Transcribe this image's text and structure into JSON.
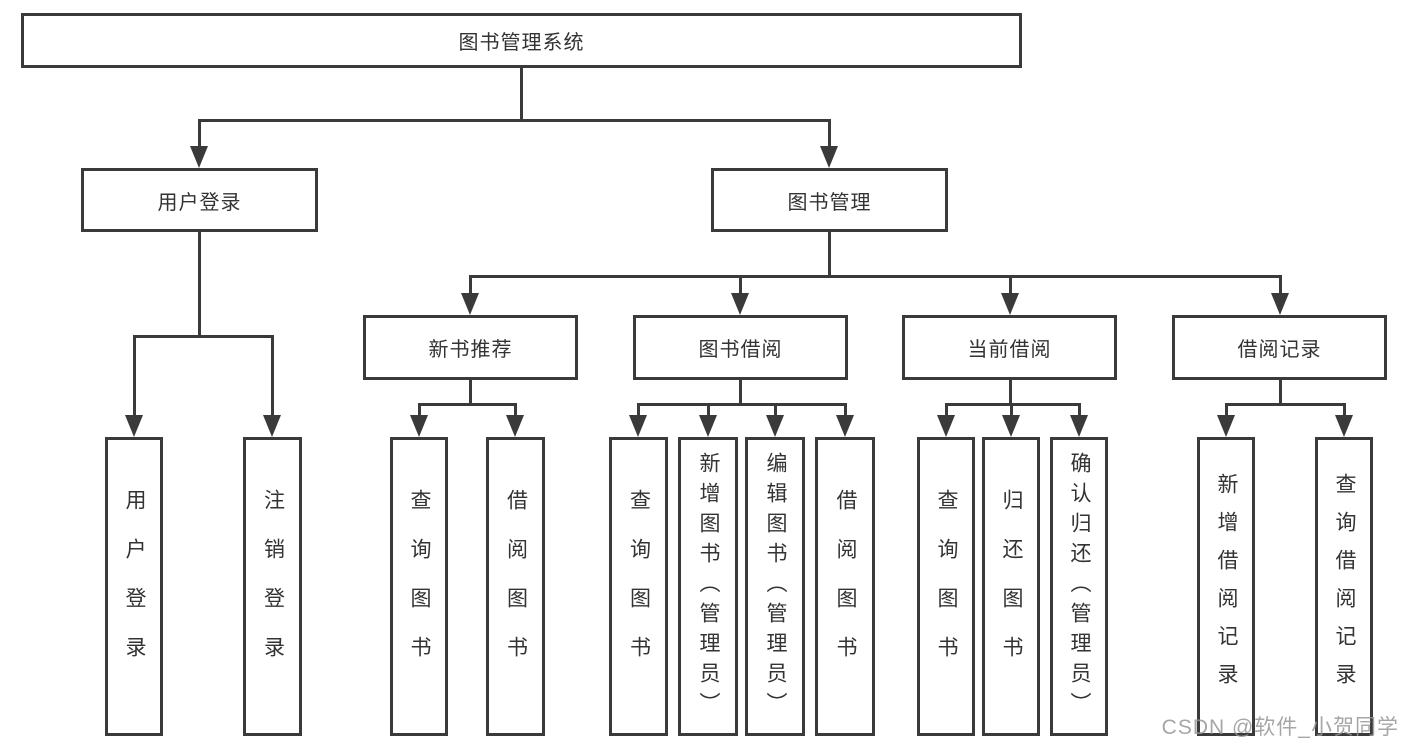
{
  "diagram": {
    "type": "tree-diagram",
    "colors": {
      "line": "#3a3a3a",
      "text": "#333333",
      "background": "#ffffff",
      "watermark": "#969696"
    },
    "watermark": "CSDN @软件_小贺同学",
    "nodes": {
      "root": {
        "label": "图书管理系统"
      },
      "level2": [
        {
          "label": "用户登录"
        },
        {
          "label": "图书管理"
        }
      ],
      "level3": [
        {
          "label": "新书推荐"
        },
        {
          "label": "图书借阅"
        },
        {
          "label": "当前借阅"
        },
        {
          "label": "借阅记录"
        }
      ],
      "level4": {
        "user_login": [
          {
            "label": "用户登录"
          },
          {
            "label": "注销登录"
          }
        ],
        "new_book_rec": [
          {
            "label": "查询图书"
          },
          {
            "label": "借阅图书"
          }
        ],
        "book_borrow": [
          {
            "label": "查询图书"
          },
          {
            "label": "新增图书（管理员）"
          },
          {
            "label": "编辑图书（管理员）"
          },
          {
            "label": "借阅图书"
          }
        ],
        "current_borrow": [
          {
            "label": "查询图书"
          },
          {
            "label": "归还图书"
          },
          {
            "label": "确认归还（管理员）"
          }
        ],
        "borrow_records": [
          {
            "label": "新增借阅记录"
          },
          {
            "label": "查询借阅记录"
          }
        ]
      }
    }
  }
}
